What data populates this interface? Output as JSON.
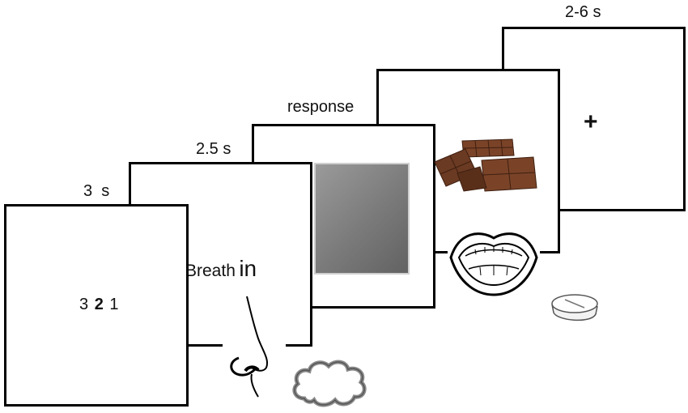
{
  "timing": {
    "t1": "3  s",
    "t2": "2.5 s",
    "t3": "response",
    "t4": "2-6 s"
  },
  "screen1": {
    "countdown": [
      "3",
      "2",
      "1"
    ]
  },
  "screen2": {
    "breath_word": "Breath",
    "in_word": "in"
  },
  "screen5": {
    "fixation": "+"
  },
  "icons": [
    "nose-icon",
    "cloud-icon",
    "chocolate-icon",
    "mouth-icon",
    "pill-icon"
  ],
  "colors": {
    "stimulus_gray_light": "#9a9a9a",
    "stimulus_gray_dark": "#626262",
    "chocolate": "#6b3a22"
  }
}
